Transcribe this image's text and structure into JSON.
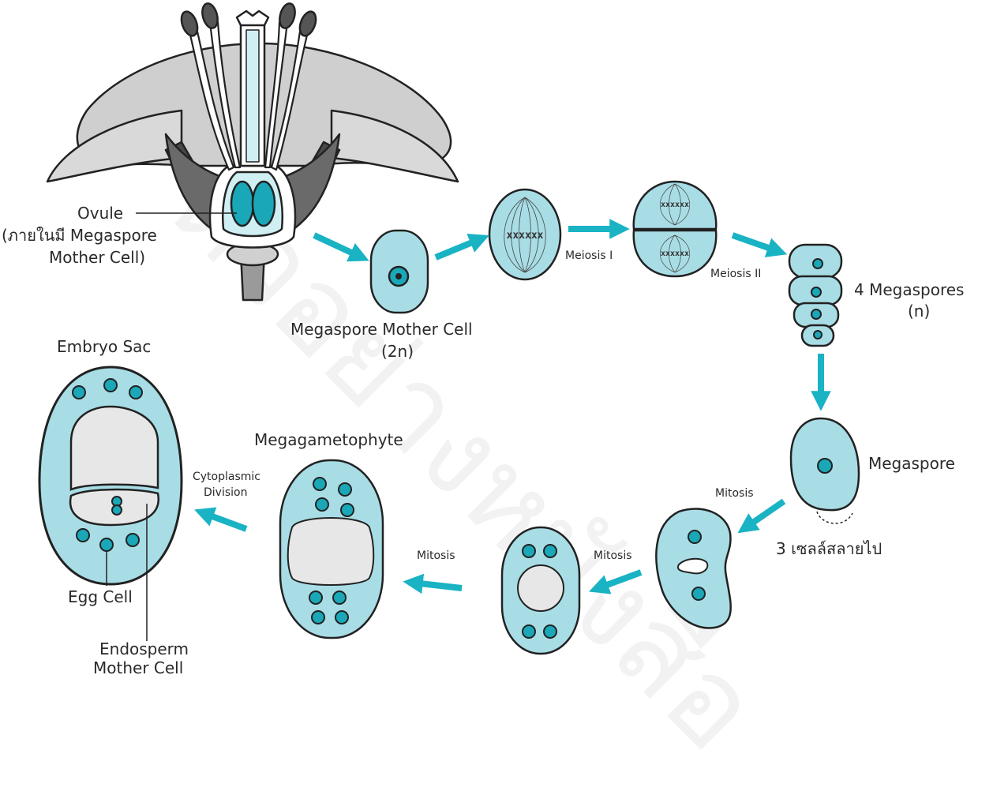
{
  "colors": {
    "cell_fill": "#a8dde6",
    "nucleus_fill": "#1aa7b8",
    "arrow": "#19b3c4",
    "outline": "#222222",
    "vacuole": "#e7e7e7",
    "petal": "#cfcfcf",
    "sepal": "#555555"
  },
  "labels": {
    "ovule": "Ovule",
    "ovule_sub_1": "(ภายในมี Megaspore",
    "ovule_sub_2": "Mother Cell)",
    "mmc": "Megaspore Mother Cell",
    "mmc_ploidy": "(2n)",
    "meiosis_1": "Meiosis I",
    "meiosis_2": "Meiosis II",
    "four_megaspores": "4 Megaspores",
    "four_megaspores_ploidy": "(n)",
    "megaspore": "Megaspore",
    "three_cells_degenerate": "3 เซลล์สลายไป",
    "mitosis_1": "Mitosis",
    "mitosis_2": "Mitosis",
    "mitosis_3": "Mitosis",
    "megagametophyte": "Megagametophyte",
    "cytoplasmic_division_1": "Cytoplasmic",
    "cytoplasmic_division_2": "Division",
    "embryo_sac": "Embryo Sac",
    "egg_cell": "Egg Cell",
    "endosperm_1": "Endosperm",
    "endosperm_2": "Mother Cell"
  },
  "watermark": "ตัวอย่างหนังสือ"
}
